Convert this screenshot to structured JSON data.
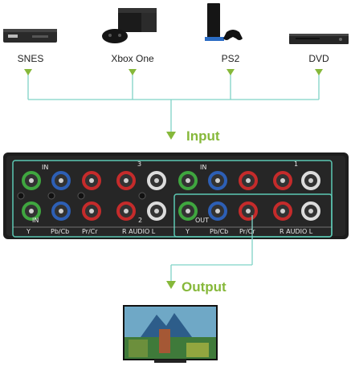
{
  "devices": [
    {
      "label": "SNES",
      "icon": "cable-box-icon"
    },
    {
      "label": "Xbox One",
      "icon": "xbox-console-icon"
    },
    {
      "label": "PS2",
      "icon": "ps2-console-icon"
    },
    {
      "label": "DVD",
      "icon": "dvd-player-icon"
    }
  ],
  "flow": {
    "input_label": "Input",
    "output_label": "Output"
  },
  "switch_panel": {
    "top_row_left_in": "IN",
    "top_row_left_number": "3",
    "top_row_right_in": "IN",
    "top_row_right_number": "1",
    "bottom_row_left_in": "IN",
    "bottom_row_left_number": "2",
    "bottom_row_right_out": "OUT",
    "left_labels": [
      "Y",
      "Pb/Cb",
      "Pr/Cr",
      "R AUDIO L"
    ],
    "right_labels": [
      "Y",
      "Pb/Cb",
      "Pr/Cr",
      "R AUDIO L"
    ]
  },
  "colors": {
    "accent_green": "#86b83a",
    "connector_line": "#7fd3c6",
    "panel_highlight": "#5cc8b3",
    "panel_body": "#1d1d1d"
  }
}
